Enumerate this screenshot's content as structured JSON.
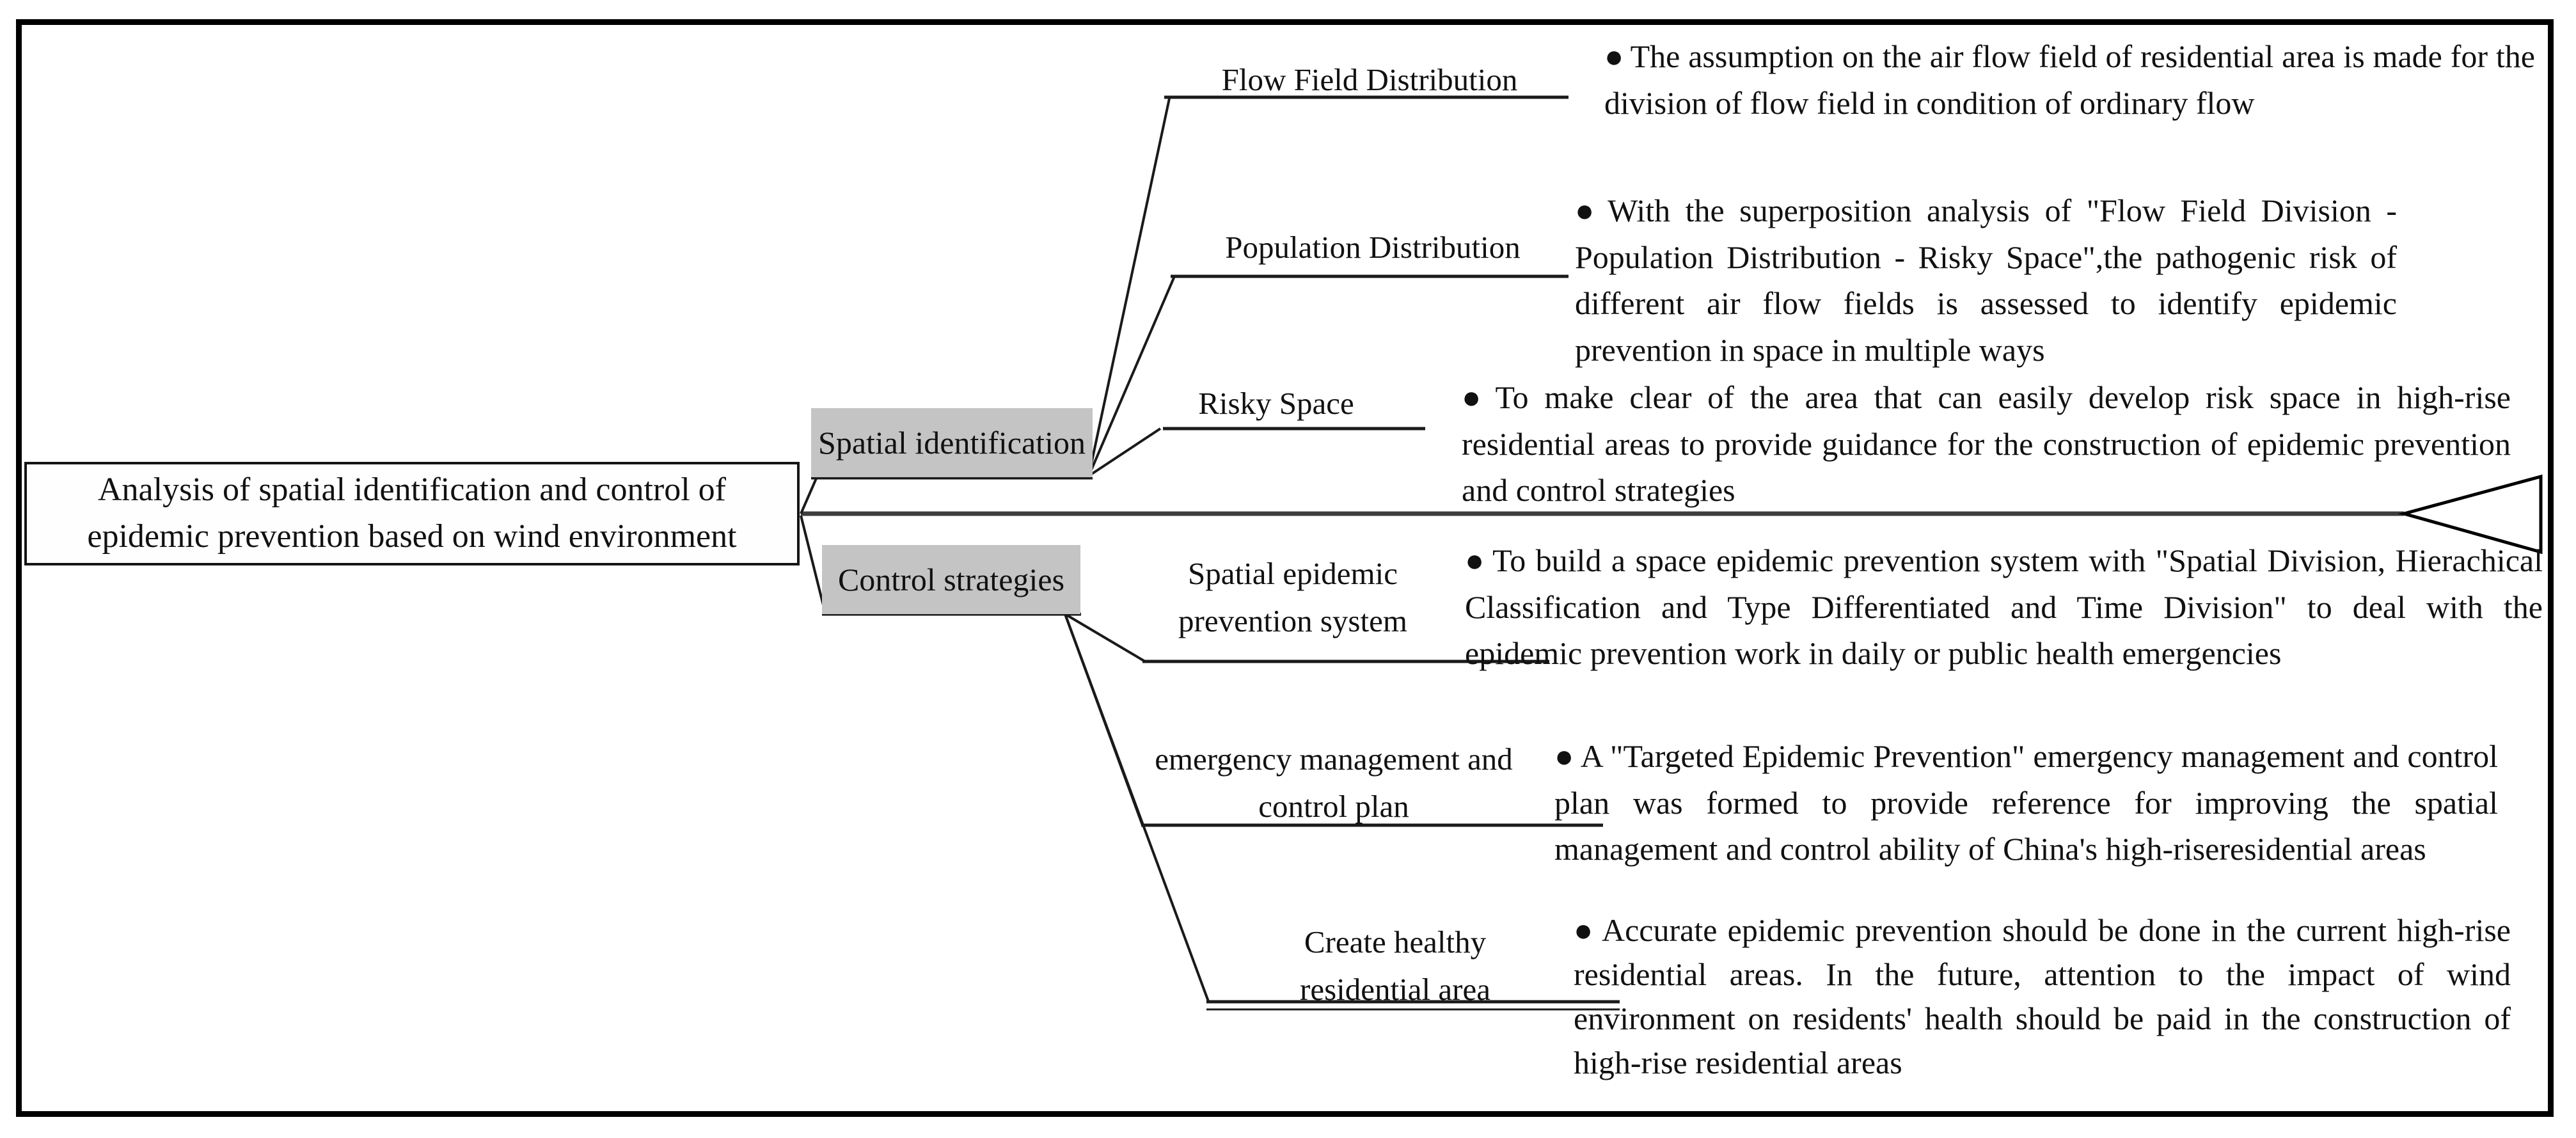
{
  "root": {
    "title": "Analysis of spatial identification and control of epidemic prevention  based on wind environment"
  },
  "groups": [
    {
      "label": "Spatial identification",
      "children": [
        {
          "label": "Flow Field Distribution",
          "description": "The assumption on the air flow field of residential area is made for the division of flow field in condition of ordinary flow"
        },
        {
          "label": "Population Distribution",
          "description": "With the superposition analysis of \"Flow Field Division - Population Distribution - Risky Space\",the pathogenic risk of different air flow fields is assessed to identify epidemic prevention in space in multiple ways"
        },
        {
          "label": "Risky Space",
          "description": "To make clear of the area that can easily develop risk space in high-rise residential areas to provide guidance for the construction of epidemic prevention and control strategies"
        }
      ]
    },
    {
      "label": "Control strategies",
      "children": [
        {
          "label": "Spatial epidemic prevention system",
          "description": "To build a space epidemic prevention system with \"Spatial Division, Hierachical Classification and Type Differentiated and Time Division\" to deal with the epidemic prevention work in daily or public health emergencies"
        },
        {
          "label": "emergency management and control plan",
          "description": "A \"Targeted Epidemic Prevention\" emergency management and control plan was formed to provide reference for improving the spatial management and control ability of China's high-riseresidential areas"
        },
        {
          "label": "Create healthy residential area",
          "description": "Accurate epidemic prevention should be done in the current  high-rise residential areas. In the future, attention to the impact of wind environment on residents' health should be paid in the construction of high-rise residential areas"
        }
      ]
    }
  ],
  "glyphs": {
    "bullet": "●"
  },
  "colors": {
    "label_background": "#c4c4c4",
    "line": "#1a1a1a",
    "border": "#000000"
  }
}
